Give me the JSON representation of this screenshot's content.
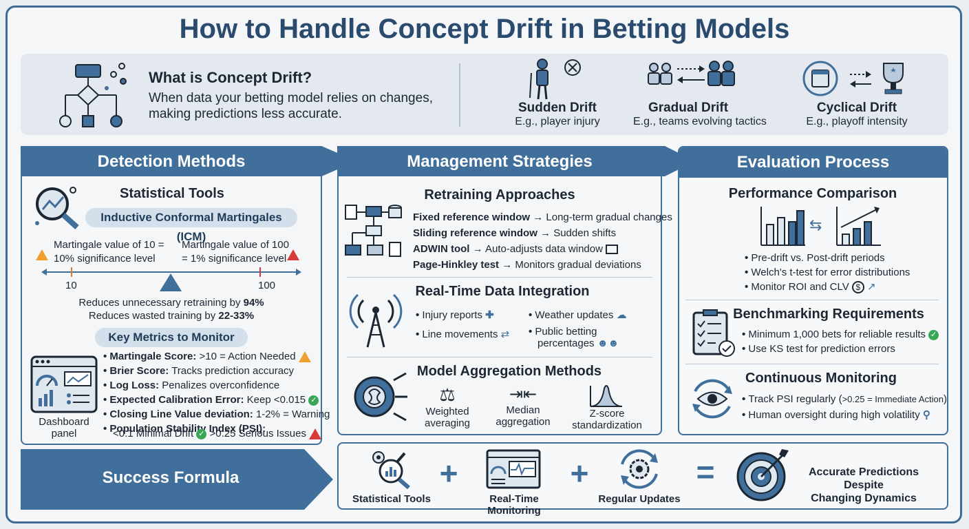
{
  "title": "How to Handle Concept Drift in Betting Models",
  "intro": {
    "heading": "What is Concept Drift?",
    "text_line1": "When data your betting model relies on changes,",
    "text_line2": "making predictions less accurate.",
    "types": [
      {
        "name": "Sudden Drift",
        "example": "E.g., player injury"
      },
      {
        "name": "Gradual Drift",
        "example": "E.g., teams evolving tactics"
      },
      {
        "name": "Cyclical Drift",
        "example": "E.g., playoff intensity"
      }
    ]
  },
  "detection": {
    "header": "Detection Methods",
    "stat_tools": "Statistical Tools",
    "icm": "Inductive Conformal Martingales (ICM)",
    "mv10_l1": "Martingale value of 10 =",
    "mv10_l2": "10% significance level",
    "mv100_l1": "Martingale value of 100",
    "mv100_l2": "= 1% significance level",
    "tick10": "10",
    "tick100": "100",
    "reduce1_pre": "Reduces unnecessary retraining by ",
    "reduce1_val": "94%",
    "reduce2_pre": "Reduces wasted training by ",
    "reduce2_val": "22-33%",
    "key_metrics": "Key Metrics to Monitor",
    "dashboard_label_1": "Dashboard",
    "dashboard_label_2": "panel",
    "metrics": [
      {
        "name": "Martingale Score:",
        "desc": " >10 = Action Needed"
      },
      {
        "name": "Brier Score:",
        "desc": " Tracks prediction accuracy"
      },
      {
        "name": "Log Loss:",
        "desc": " Penalizes overconfidence"
      },
      {
        "name": "Expected Calibration Error:",
        "desc": " Keep <0.015"
      },
      {
        "name": "Closing Line Value deviation:",
        "desc": " 1-2% = Warning"
      },
      {
        "name": "Population Stability Index (PSI):",
        "desc": ""
      }
    ],
    "psi_line": "<0.1 Minimal Drift",
    "psi_line2": " >0.25 Serious Issues"
  },
  "management": {
    "header": "Management Strategies",
    "retraining_title": "Retraining Approaches",
    "retraining": [
      {
        "b": "Fixed reference window",
        "t": " → Long-term gradual changes"
      },
      {
        "b": "Sliding reference window",
        "t": " → Sudden shifts"
      },
      {
        "b": "ADWIN tool",
        "t": " → Auto-adjusts data window"
      },
      {
        "b": "Page-Hinkley test",
        "t": " → Monitors gradual deviations"
      }
    ],
    "realtime_title": "Real-Time Data Integration",
    "realtime": {
      "injury": "Injury reports",
      "line": "Line movements",
      "weather": "Weather updates",
      "public_1": "Public betting",
      "public_2": "percentages"
    },
    "aggregation_title": "Model Aggregation Methods",
    "aggregation": [
      {
        "l1": "Weighted",
        "l2": "averaging"
      },
      {
        "l1": "Median",
        "l2": "aggregation"
      },
      {
        "l1": "Z-score",
        "l2": "standardization"
      }
    ]
  },
  "evaluation": {
    "header": "Evaluation Process",
    "perf_title": "Performance Comparison",
    "perf_items": [
      "Pre-drift vs. Post-drift periods",
      "Welch's t-test for error distributions",
      "Monitor ROI and CLV"
    ],
    "bench_title": "Benchmarking Requirements",
    "bench_items": [
      "Minimum 1,000 bets for reliable results",
      "Use KS test for prediction errors"
    ],
    "cont_title": "Continuous Monitoring",
    "cont_item1": "Track PSI regularly (",
    "cont_item1_small": ">0.25 = Immediate Action",
    "cont_item1_end": ")",
    "cont_item2": "Human oversight during high volatility"
  },
  "success": {
    "label": "Success Formula",
    "items": [
      "Statistical Tools",
      "Real-Time Monitoring",
      "Regular Updates"
    ],
    "plus": "+",
    "equals": "=",
    "result_1": "Accurate Predictions Despite",
    "result_2": "Changing Dynamics"
  },
  "colors": {
    "primary": "#3f6f9a",
    "title": "#2b4b6e",
    "ok": "#3aa757",
    "warn": "#f0a02c",
    "danger": "#d83a3a"
  }
}
